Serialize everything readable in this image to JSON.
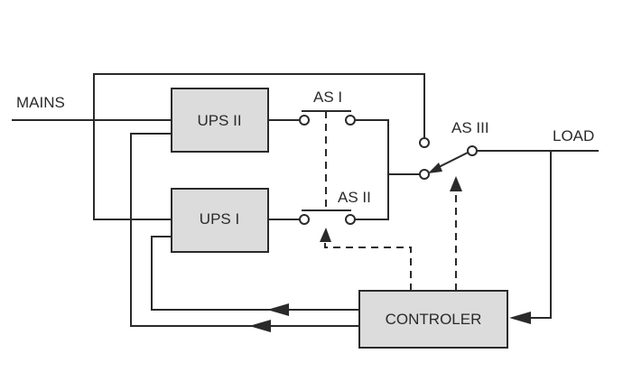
{
  "labels": {
    "mains": "MAINS",
    "load": "LOAD",
    "as1": "AS I",
    "as2": "AS II",
    "as3": "AS III"
  },
  "blocks": {
    "ups2": "UPS II",
    "ups1": "UPS I",
    "controller": "CONTROLER"
  },
  "colors": {
    "line": "#2a2a2a",
    "block_fill": "#dcdcdc",
    "background": "#ffffff"
  }
}
